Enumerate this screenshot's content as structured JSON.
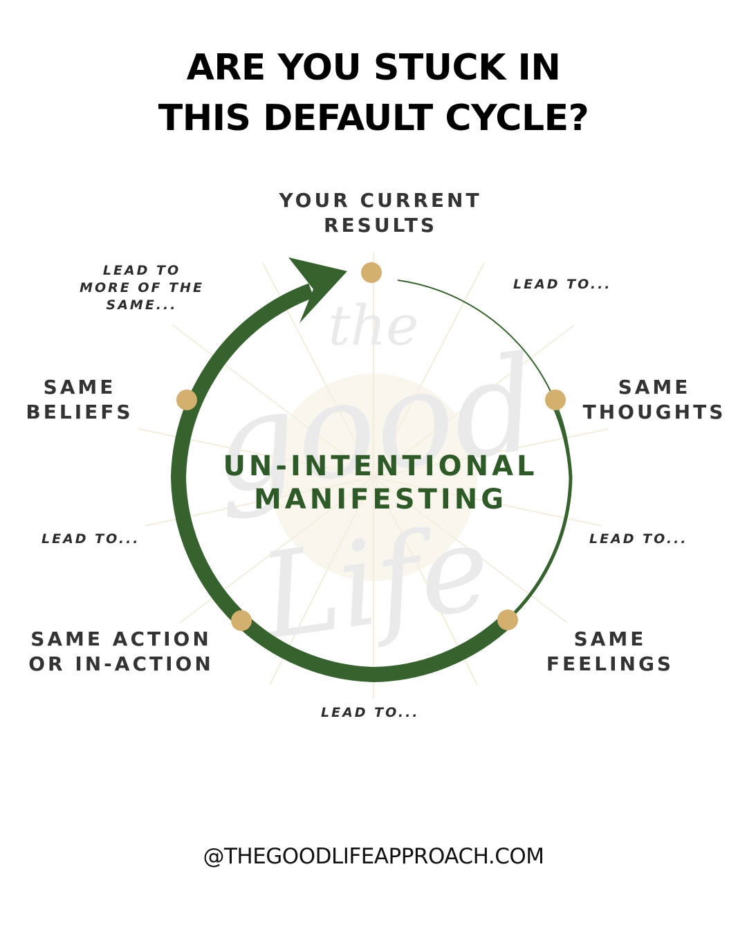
{
  "title": {
    "line1": "ARE YOU STUCK IN",
    "line2": "THIS DEFAULT CYCLE?"
  },
  "center": {
    "line1": "UN-INTENTIONAL",
    "line2": "MANIFESTING"
  },
  "nodes": {
    "results": {
      "line1": "YOUR CURRENT",
      "line2": "RESULTS"
    },
    "thoughts": {
      "line1": "SAME",
      "line2": "THOUGHTS"
    },
    "feelings": {
      "line1": "SAME",
      "line2": "FEELINGS"
    },
    "action": {
      "line1": "SAME ACTION",
      "line2": "OR IN-ACTION"
    },
    "beliefs": {
      "line1": "SAME",
      "line2": "BELIEFS"
    }
  },
  "connectors": {
    "results_to_thoughts": "LEAD TO...",
    "thoughts_to_feelings": "LEAD TO...",
    "feelings_to_action": "LEAD TO...",
    "action_to_beliefs": "LEAD TO...",
    "beliefs_to_results": {
      "line1": "LEAD TO",
      "line2": "MORE OF THE",
      "line3": "SAME..."
    }
  },
  "watermark": {
    "word1": "the",
    "word2": "good",
    "word3": "Life"
  },
  "footer": "@THEGOODLIFEAPPROACH.COM",
  "colors": {
    "cycle_green": "#36622e",
    "node_gold": "#d4b06f",
    "center_text_green": "#2e5a27",
    "label_gray": "#333333"
  }
}
